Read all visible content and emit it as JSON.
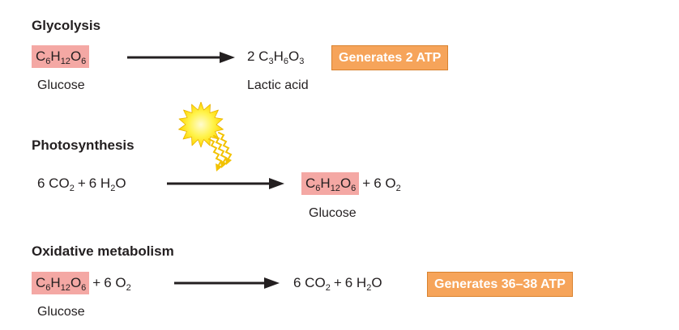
{
  "sections": {
    "glycolysis": {
      "heading": "Glycolysis",
      "reactant_formula": [
        "C",
        "6",
        "H",
        "12",
        "O",
        "6"
      ],
      "reactant_label": "Glucose",
      "product_formula": [
        "2 C",
        "3",
        "H",
        "6",
        "O",
        "3"
      ],
      "product_label": "Lactic acid",
      "atp_badge": "Generates 2 ATP"
    },
    "photosynthesis": {
      "heading": "Photosynthesis",
      "reactant_a": [
        "6 CO",
        "2"
      ],
      "plus_1": "+",
      "reactant_b": [
        "6 H",
        "2",
        "O"
      ],
      "product_formula": [
        "C",
        "6",
        "H",
        "12",
        "O",
        "6"
      ],
      "plus_2": "+",
      "product_b": [
        "6 O",
        "2"
      ],
      "product_label": "Glucose"
    },
    "oxidative": {
      "heading": "Oxidative metabolism",
      "reactant_formula": [
        "C",
        "6",
        "H",
        "12",
        "O",
        "6"
      ],
      "plus_1": "+",
      "reactant_b": [
        "6 O",
        "2"
      ],
      "reactant_label": "Glucose",
      "product_a": [
        "6 CO",
        "2"
      ],
      "plus_2": "+",
      "product_b": [
        "6 H",
        "2",
        "O"
      ],
      "atp_badge": "Generates 36–38 ATP"
    }
  },
  "colors": {
    "formula_highlight": "#f4a8a4",
    "atp_badge": "#f6a45a",
    "arrow": "#231f20",
    "sun": "#ffe600"
  },
  "icons": {
    "sun": "sun-icon",
    "light_rays": "light-rays-icon"
  }
}
